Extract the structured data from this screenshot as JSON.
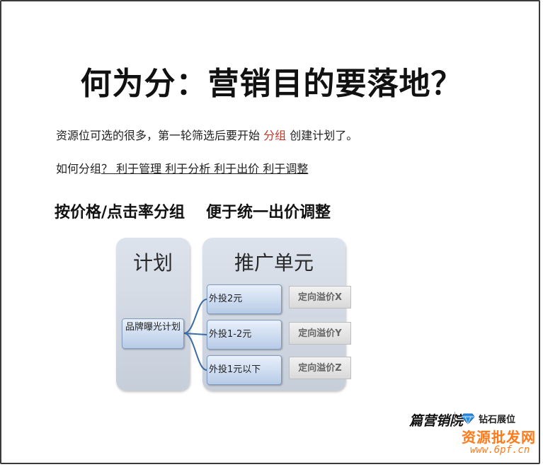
{
  "title": "何为分：营销目的要落地？",
  "line1": {
    "before": "资源位可选的很多，第一轮筛选后要开始 ",
    "highlight": "分组",
    "after": " 创建计划了。",
    "highlight_color": "#c0392b"
  },
  "line2": {
    "lead": "如何分组",
    "underlined": "？  利于管理  利于分析  利于出价   利于调整"
  },
  "subhead": {
    "left": "按价格/点击率分组",
    "right": "便于统一出价调整"
  },
  "diagram": {
    "plan_title": "计划",
    "unit_title": "推广单元",
    "brand_node": "品牌曝光计划",
    "children": [
      "外投2元",
      "外投1-2元",
      "外投1元以下"
    ],
    "tags": [
      "定向溢价X",
      "定向溢价Y",
      "定向溢价Z"
    ],
    "connector_color": "#3a6ea5"
  },
  "footer": {
    "calligraphy": "篇营销院",
    "brand": "钻石展位",
    "brand_icon": "diamond-icon",
    "watermark_cn": "资源批发网",
    "watermark_url": "www.6pf.cn",
    "watermark_color": "#ff7a1a"
  }
}
